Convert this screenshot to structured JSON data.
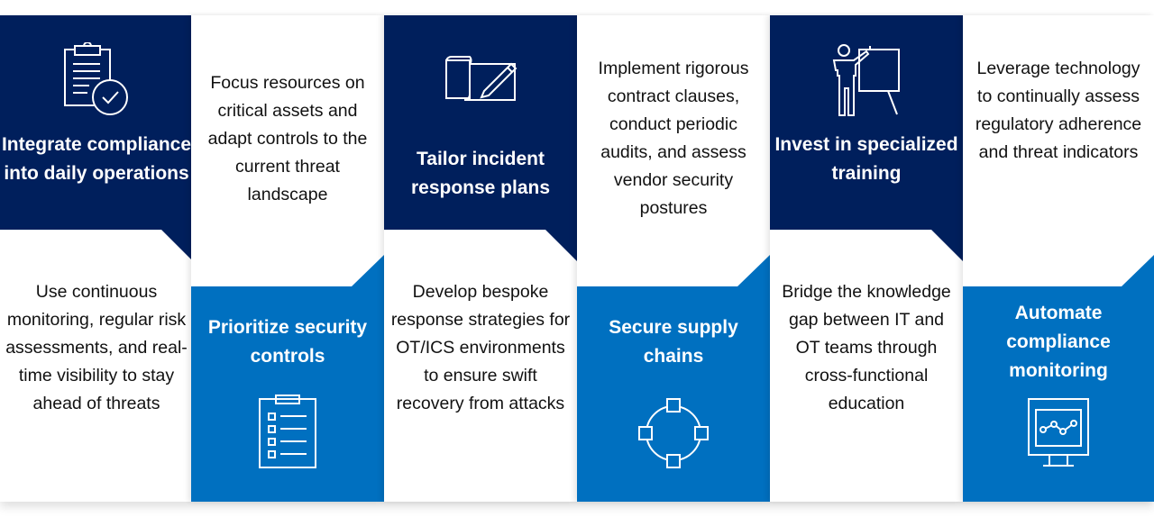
{
  "columns": [
    {
      "title": "Integrate compliance into daily operations",
      "description": "Use continuous monitoring, regular risk assessments, and real-time visibility to stay ahead of threats",
      "icon": "clipboard-check-icon"
    },
    {
      "title": "Prioritize security controls",
      "description": "Focus resources on critical assets and adapt controls to the current threat landscape",
      "icon": "checklist-icon"
    },
    {
      "title": "Tailor incident response plans",
      "description": "Develop bespoke response strategies for OT/ICS environments to ensure swift recovery from attacks",
      "icon": "document-pen-icon"
    },
    {
      "title": "Secure supply chains",
      "description": "Implement rigorous contract clauses, conduct periodic audits, and assess vendor security postures",
      "icon": "network-ring-icon"
    },
    {
      "title": "Invest in specialized training",
      "description": "Bridge the knowledge gap between IT and OT teams through cross-functional education",
      "icon": "presenter-board-icon"
    },
    {
      "title": "Automate compliance monitoring",
      "description": "Leverage technology to continually assess regulatory adherence and threat indicators",
      "icon": "monitor-chart-icon"
    }
  ],
  "colors": {
    "navy": "#001f5c",
    "blue": "#0070c0"
  }
}
